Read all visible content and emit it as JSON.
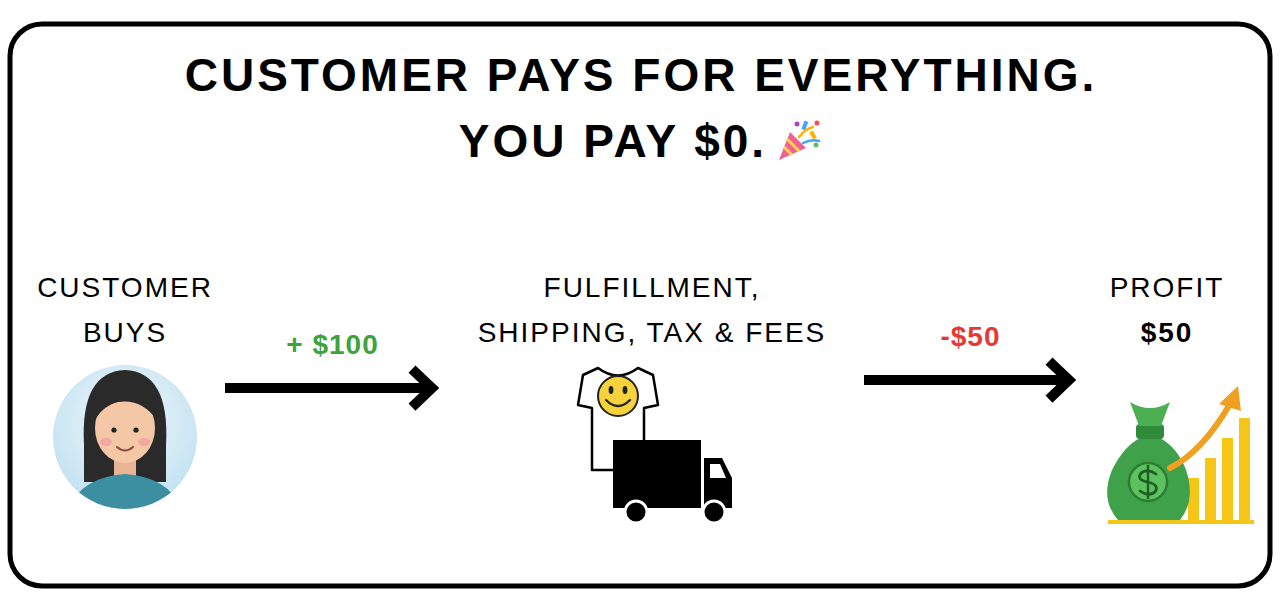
{
  "diagram": {
    "title": "CUSTOMER PAYS FOR EVERYTHING. YOU PAY $0.",
    "nodes": [
      {
        "text": [
          "CUSTOMER BUYS"
        ]
      },
      {
        "text": [
          "FULFILLMENT, SHIPPING, TAX & FEES"
        ]
      },
      {
        "text": [
          "PROFIT",
          "$50"
        ]
      }
    ],
    "edges": [
      {
        "from": 0,
        "to": 1,
        "arrow": "to",
        "label": "+ $100"
      },
      {
        "from": 1,
        "to": 2,
        "arrow": "to",
        "label": "-$50"
      }
    ]
  }
}
